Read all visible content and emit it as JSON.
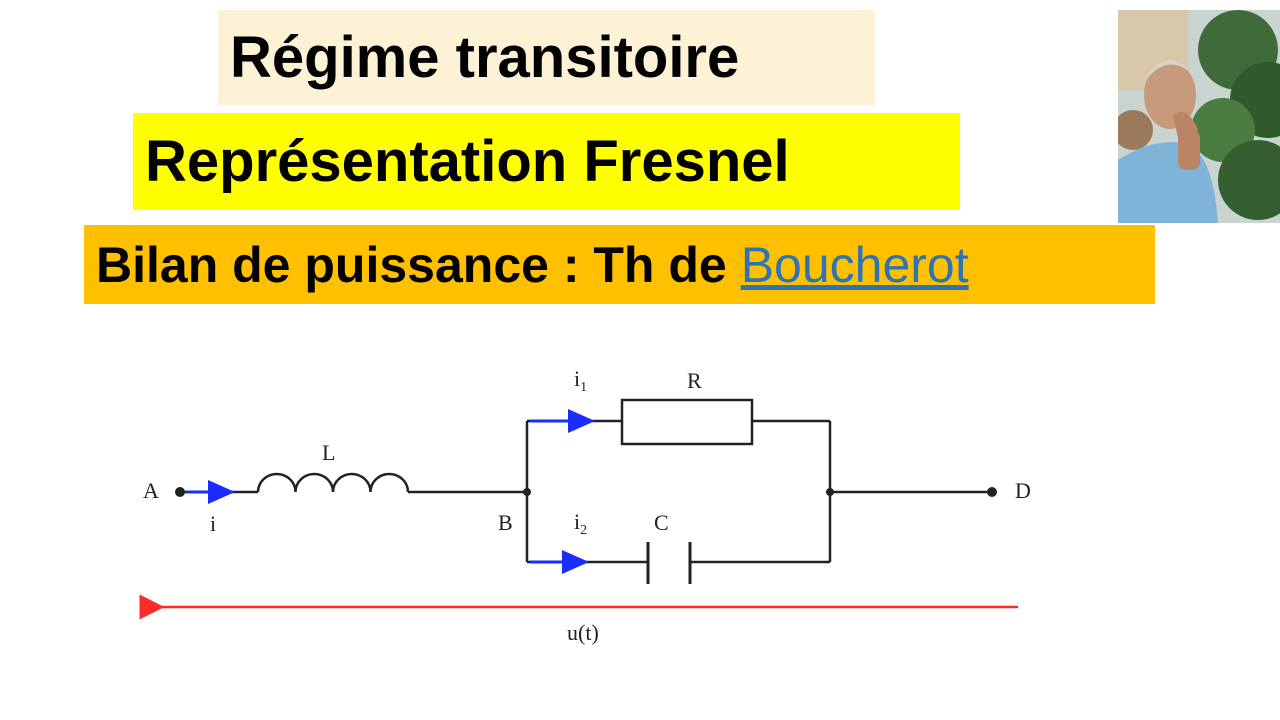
{
  "title": {
    "line1": "Régime transitoire",
    "line2": "Représentation Fresnel",
    "line3_prefix": "Bilan de puissance : Th de",
    "line3_link": "Boucherot"
  },
  "colors": {
    "banner1_bg": "#fdf1d6",
    "banner2_bg": "#ffff00",
    "banner3_bg": "#ffc000",
    "link": "#2e74b5",
    "wire": "#222222",
    "current_arrow": "#1a2cff",
    "voltage_arrow": "#ff2b2b"
  },
  "circuit": {
    "node_a": "A",
    "node_b": "B",
    "node_d": "D",
    "inductor": "L",
    "resistor": "R",
    "capacitor": "C",
    "current_main": "i",
    "current_1": "i",
    "current_1_sub": "1",
    "current_2": "i",
    "current_2_sub": "2",
    "voltage": "u(t)"
  },
  "photo": {
    "subject": "presenter-portrait"
  }
}
